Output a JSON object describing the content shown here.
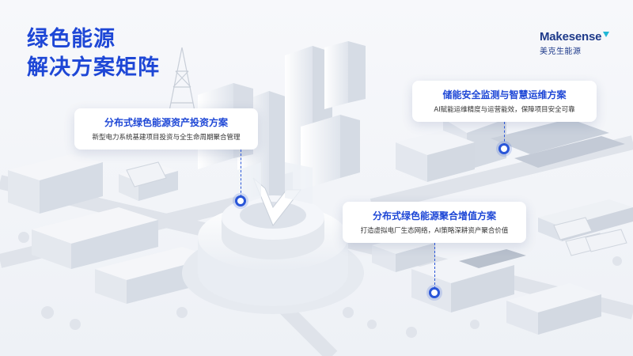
{
  "title": {
    "line1": "绿色能源",
    "line2": "解决方案矩阵"
  },
  "brand": {
    "name": "Makesense",
    "cn_name": "美克生能源"
  },
  "cards": [
    {
      "title": "分布式绿色能源资产投资方案",
      "desc": "新型电力系统基建项目投资与全生命周期聚合管理"
    },
    {
      "title": "储能安全监测与智慧运维方案",
      "desc": "AI赋能运维精度与运营能效，保障项目安全可靠"
    },
    {
      "title": "分布式绿色能源聚合增值方案",
      "desc": "打造虚拟电厂生态网络，AI策略深耕资产聚合价值"
    }
  ],
  "colors": {
    "accent": "#1e47d6",
    "brand_dark": "#1e3a8a",
    "logo_mark": "#22b8d6",
    "background": "#f3f5f9"
  }
}
